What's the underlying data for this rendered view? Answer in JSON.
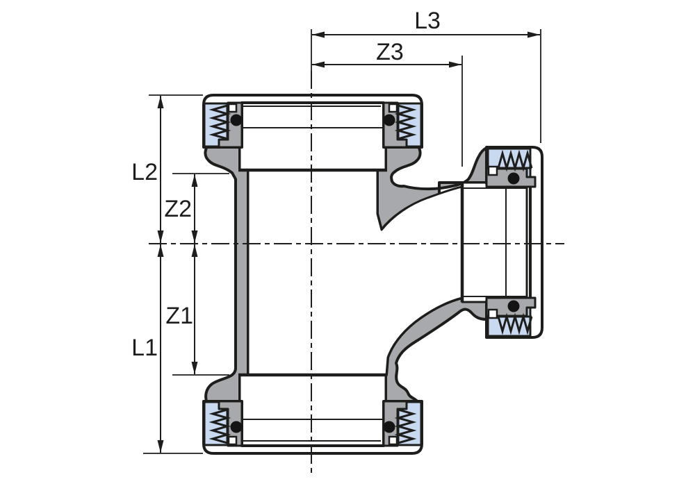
{
  "drawing": {
    "dimension_labels": {
      "L1": "L1",
      "L2": "L2",
      "L3": "L3",
      "Z1": "Z1",
      "Z2": "Z2",
      "Z3": "Z3"
    },
    "colors": {
      "background": "#ffffff",
      "body_gray": "#a7a9ac",
      "nut_blue": "#c9d9f0",
      "outline": "#1d1d1b",
      "oring_black": "#141414"
    }
  }
}
